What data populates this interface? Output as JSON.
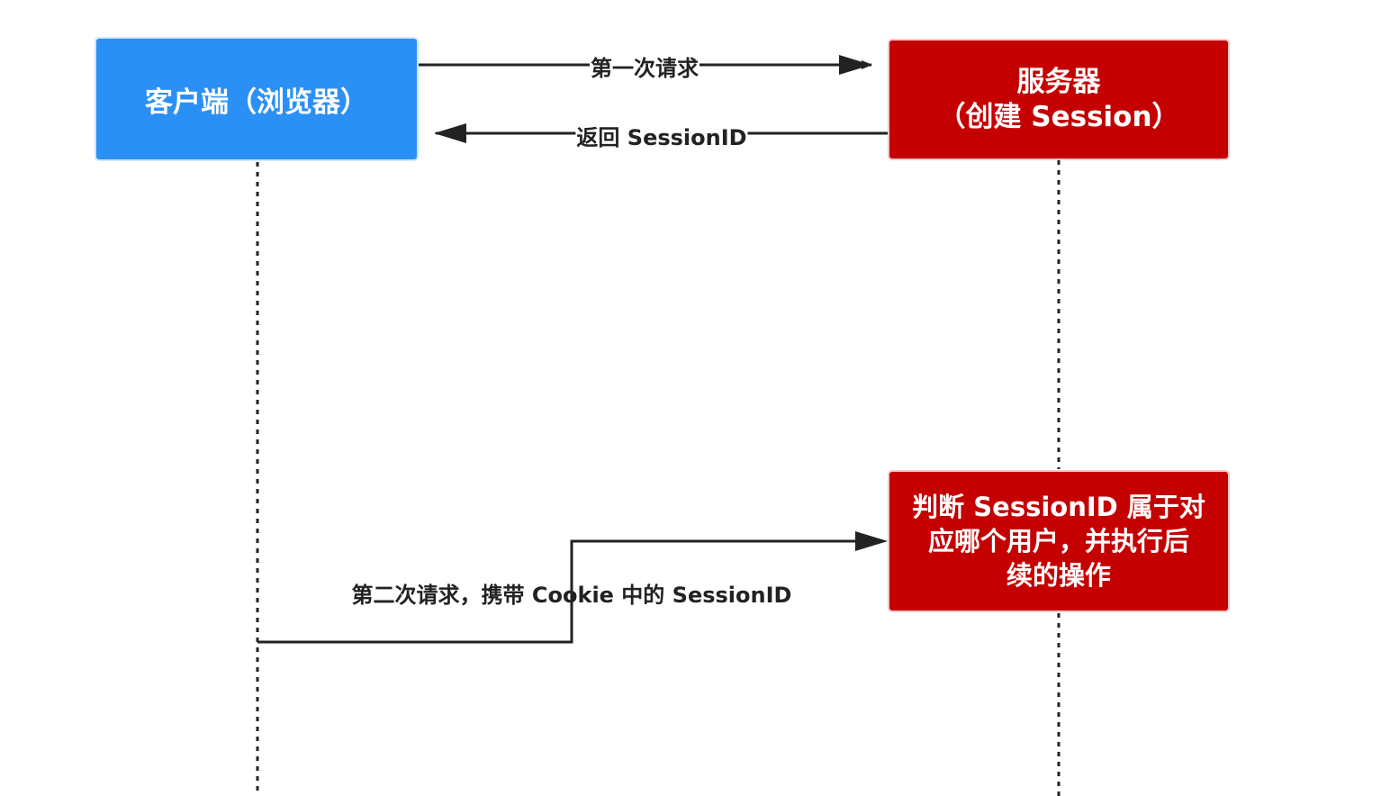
{
  "colors": {
    "client": "#2b90f5",
    "server": "#c40000",
    "line": "#222222"
  },
  "nodes": {
    "client": "客户端（浏览器）",
    "server": "服务器\n（创建 Session）",
    "judge": "判断 SessionID 属于对\n应哪个用户，并执行后\n续的操作"
  },
  "messages": {
    "first_request": "第一次请求",
    "return_session": "返回 SessionID",
    "second_request": "第二次请求，携带 Cookie 中的 SessionID"
  }
}
